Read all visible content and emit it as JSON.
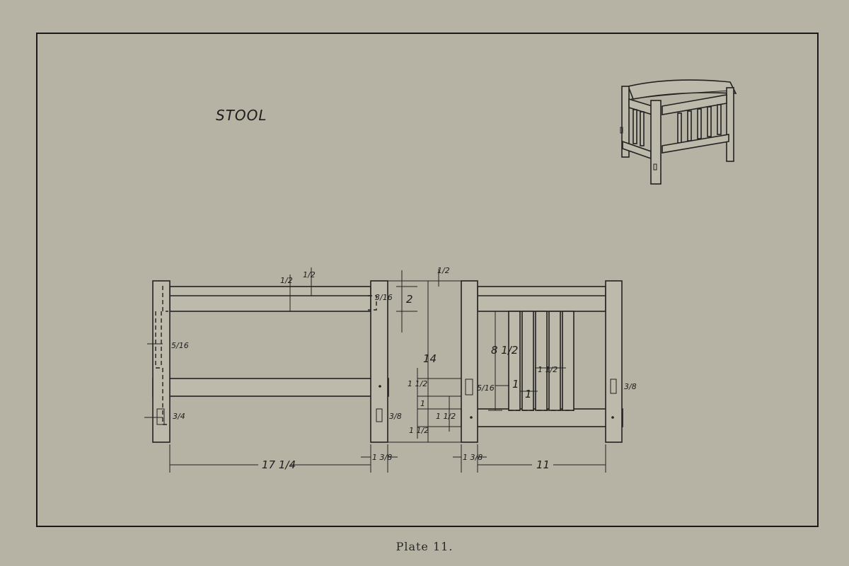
{
  "title": "STOOL",
  "caption": "Plate 11.",
  "dimensions": {
    "half_a": "1/2",
    "half_b": "1/2",
    "half_c": "1/2",
    "two": "2",
    "three_sixteenths": "3/16",
    "five_sixteenths_left": "5/16",
    "five_sixteenths_mid": "5/16",
    "three_quarters": "3/4",
    "three_eighths_a": "3/8",
    "three_eighths_b": "3/8",
    "fourteen": "14",
    "one_half_a": "1 1/2",
    "one": "1",
    "one_half_b": "1 1/2",
    "one_half_c": "1 1/2",
    "eight_half": "8 1/2",
    "one_half_d": "1 1/2",
    "one_a": "1",
    "one_b": "1",
    "seventeen_quarter": "17 1/4",
    "one_three_eighths_a": "1 3/8",
    "one_three_eighths_b": "1 3/8",
    "eleven": "11"
  }
}
